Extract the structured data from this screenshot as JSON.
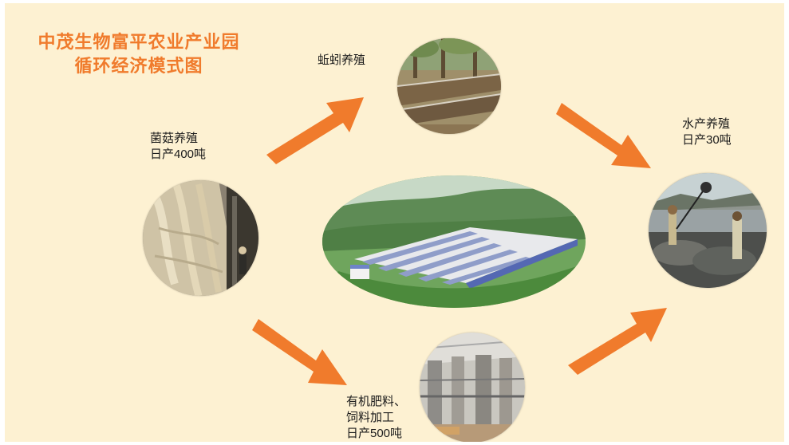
{
  "title": {
    "line1": "中茂生物富平农业产业园",
    "line2": "循环经济模式图"
  },
  "nodes": {
    "mushroom": {
      "line1": "菌菇养殖",
      "line2": "日产400吨"
    },
    "earthworm": {
      "line1": "蚯蚓养殖"
    },
    "aquaculture": {
      "line1": "水产养殖",
      "line2": "日产30吨"
    },
    "fertilizer": {
      "line1": "有机肥料、",
      "line2": "饲料加工",
      "line3": "日产500吨"
    }
  },
  "colors": {
    "background": "#fdf1d2",
    "title": "#f07b2c",
    "arrow": "#f07b2c"
  }
}
